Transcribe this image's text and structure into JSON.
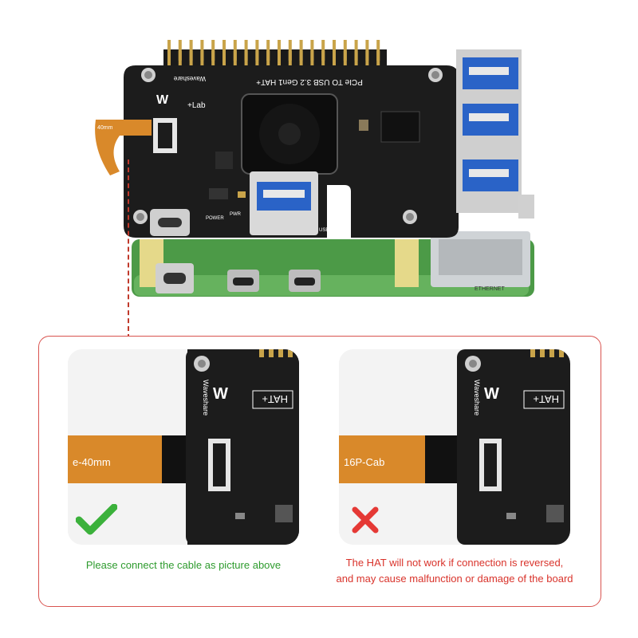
{
  "board": {
    "brand": "Waveshare",
    "product_title": "PCIe TO USB 3.2 Gen1 HAT+",
    "silk_lab": "+Lab",
    "silk_usb": "USB",
    "silk_power": "POWER",
    "silk_pwr": "PWR",
    "silk_ethernet": "ETHERNET",
    "silk_usb_right": "USB",
    "cable_label": "40mm"
  },
  "correct_example": {
    "cable_label": "e-40mm",
    "hat_label": "HAT+",
    "brand": "Waveshare",
    "caption": "Please connect the cable as picture above",
    "status_color": "#2e9b2e",
    "icon": "check-icon"
  },
  "wrong_example": {
    "cable_label": "16P-Cab",
    "hat_label": "HAT+",
    "brand": "Waveshare",
    "caption_line1": "The HAT will not work if connection is reversed,",
    "caption_line2": "and may cause malfunction or damage of the board",
    "status_color": "#d9332b",
    "icon": "cross-icon"
  },
  "colors": {
    "pcb": "#1c1c1c",
    "cable": "#d9892a",
    "usb_blue": "#2a63c7",
    "panel_border": "#d9534f"
  }
}
